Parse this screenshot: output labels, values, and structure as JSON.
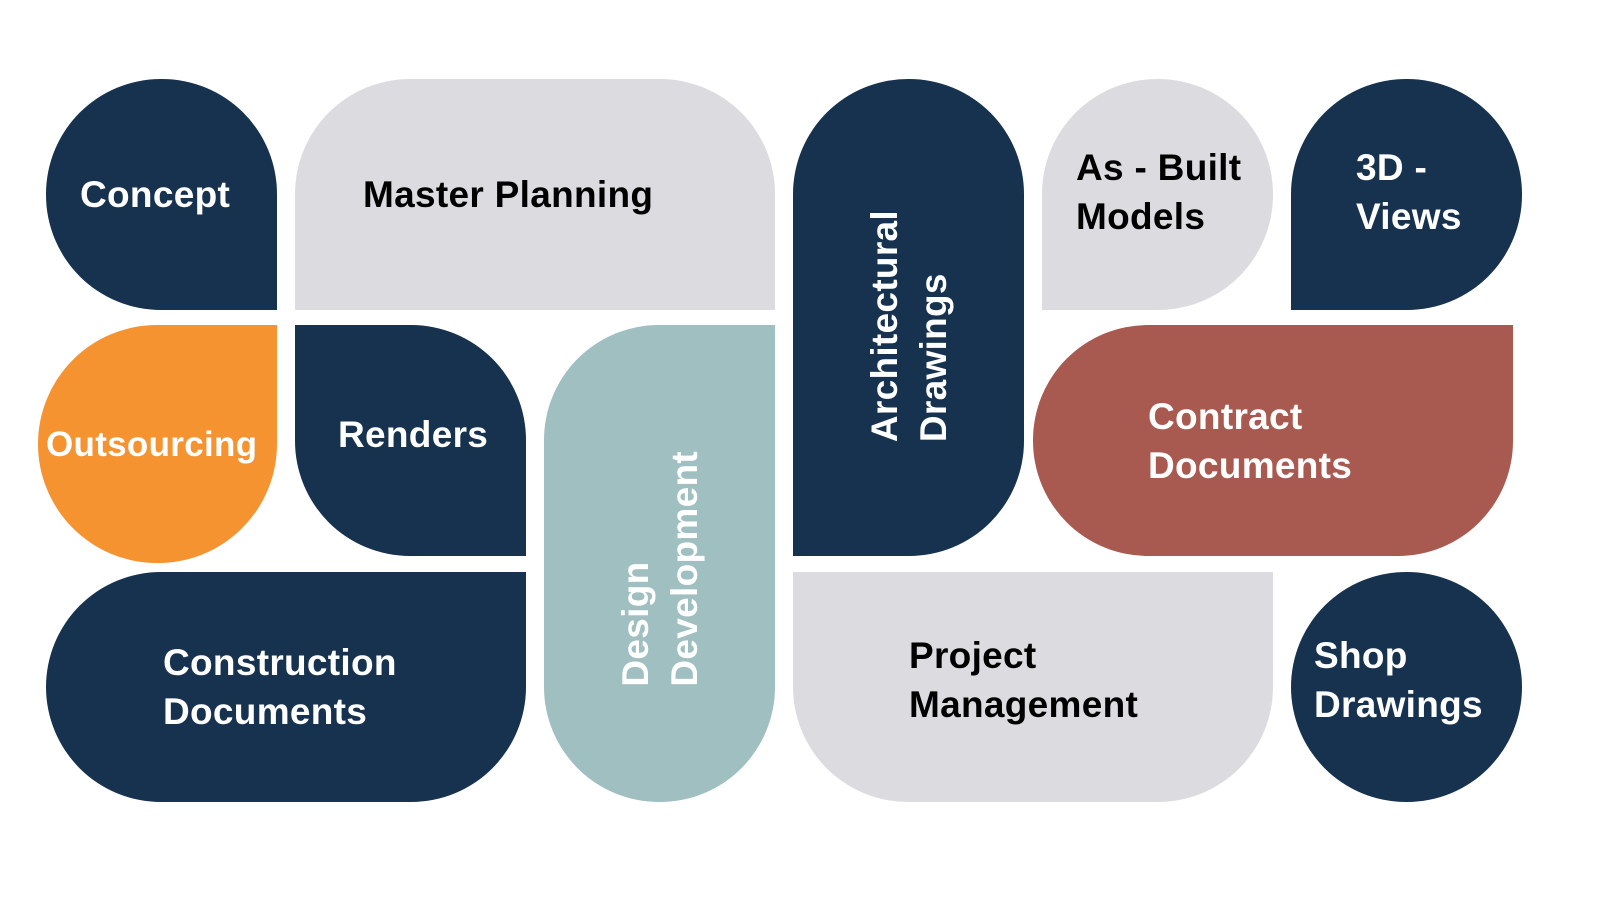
{
  "colors": {
    "navy": "#16324f",
    "gray": "#dcdbe0",
    "orange": "#f59331",
    "teal": "#a0bfc1",
    "brick": "#a85a50"
  },
  "tiles": {
    "concept": "Concept",
    "master_planning": "Master Planning",
    "outsourcing": "Outsourcing",
    "renders": "Renders",
    "design_development": "Design\nDevelopment",
    "construction_documents": "Construction\nDocuments",
    "architectural_drawings": "Architectural\nDrawings",
    "as_built_models": "As - Built\nModels",
    "views_3d": "3D -\nViews",
    "contract_documents": "Contract\nDocuments",
    "project_management": "Project\nManagement",
    "shop_drawings": "Shop\nDrawings"
  }
}
